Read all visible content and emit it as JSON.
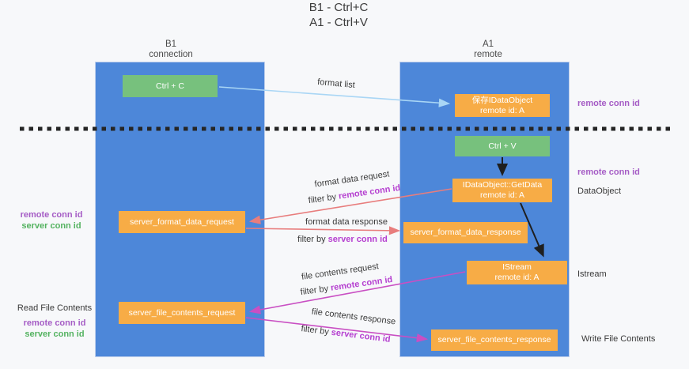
{
  "title": {
    "line1": "B1 - Ctrl+C",
    "line2": "A1 - Ctrl+V"
  },
  "columns": {
    "left": {
      "name": "B1",
      "role": "connection"
    },
    "right": {
      "name": "A1",
      "role": "remote"
    }
  },
  "nodes": {
    "ctrl_c": {
      "label": "Ctrl + C"
    },
    "ctrl_v": {
      "label": "Ctrl + V"
    },
    "save_dataobject": {
      "line1": "保存IDataObject",
      "line2": "remote id: A"
    },
    "getdata": {
      "line1": "IDataObject::GetData",
      "line2": "remote id: A"
    },
    "istream": {
      "line1": "IStream",
      "line2": "remote id: A"
    },
    "format_request": {
      "label": "server_format_data_request"
    },
    "format_response": {
      "label": "server_format_data_response"
    },
    "file_request": {
      "label": "server_file_contents_request"
    },
    "file_response": {
      "label": "server_file_contents_response"
    }
  },
  "edge_labels": {
    "format_list": "format list",
    "format_data_request": "format data request",
    "format_data_request_filter": {
      "prefix": "filter by ",
      "key": "remote conn id"
    },
    "format_data_response": "format data response",
    "format_data_response_filter": {
      "prefix": "filter by ",
      "key": "server conn id"
    },
    "file_contents_request": "file contents request",
    "file_contents_request_filter": {
      "prefix": "filter by ",
      "key": "remote conn id"
    },
    "file_contents_response": "file contents response",
    "file_contents_response_filter": {
      "prefix": "filter by ",
      "key": "server conn id"
    }
  },
  "side_labels": {
    "right_top_remote_conn_id": "remote conn id",
    "right_mid_remote_conn_id": "remote conn id",
    "right_dataobject": "DataObject",
    "right_istream": "Istream",
    "right_write_file_contents": "Write File Contents",
    "left_format_remote_conn_id": "remote conn id",
    "left_format_server_conn_id": "server conn id",
    "left_read_file_contents": "Read File Contents",
    "left_file_remote_conn_id": "remote conn id",
    "left_file_server_conn_id": "server conn id"
  },
  "colors": {
    "column_blue": "#4d87d9",
    "box_green": "#77c17d",
    "box_orange": "#f7ac46",
    "arrow_lightblue": "#a9d6f5",
    "arrow_salmon": "#e87d7d",
    "arrow_magenta": "#c94fc3",
    "arrow_black": "#1f1f1f",
    "label_purple": "#a55cc5",
    "label_green": "#53b25f",
    "highlight_magenta": "#b53fd0"
  }
}
